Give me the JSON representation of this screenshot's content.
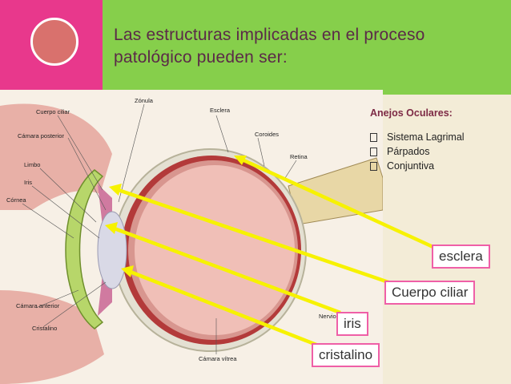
{
  "title": {
    "line1": "Las estructuras implicadas en el proceso",
    "line2": "patológico pueden ser:"
  },
  "anejos": {
    "heading": "Anejos Oculares:",
    "items": [
      "Sistema Lagrimal",
      "Párpados",
      "Conjuntiva"
    ]
  },
  "diagram_labels": {
    "cuerpo_ciliar": "Cuerpo ciliar",
    "zonula": "Zónula",
    "esclera": "Esclera",
    "camara_posterior": "Cámara posterior",
    "coroides": "Coroides",
    "retina": "Retina",
    "limbo": "Limbo",
    "iris": "Iris",
    "cornea": "Córnea",
    "nervio_optico": "Nervio ópt",
    "camara_anterior": "Cámara anterior",
    "cristalino": "Cristalino",
    "camara_vitrea": "Cámara vítrea"
  },
  "callouts": {
    "esclera": "esclera",
    "cuerpo_ciliar": "Cuerpo ciliar",
    "iris": "iris",
    "cristalino": "cristalino"
  },
  "colors": {
    "pink": "#e8388c",
    "green": "#86cf4b",
    "arrow": "#f7f200",
    "callout_border": "#ef5fa7"
  }
}
